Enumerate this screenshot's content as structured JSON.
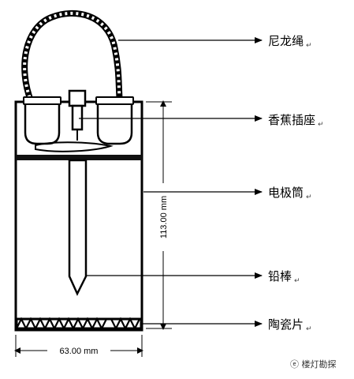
{
  "labels": {
    "rope": "尼龙绳",
    "socket": "香蕉插座",
    "cylinder": "电极筒",
    "lead_rod": "铅棒",
    "ceramic": "陶瓷片"
  },
  "return_mark": "↵",
  "dimensions": {
    "height": "113.00 mm",
    "width": "63.00 mm"
  },
  "watermark": "ⓔ 楼灯勘探"
}
